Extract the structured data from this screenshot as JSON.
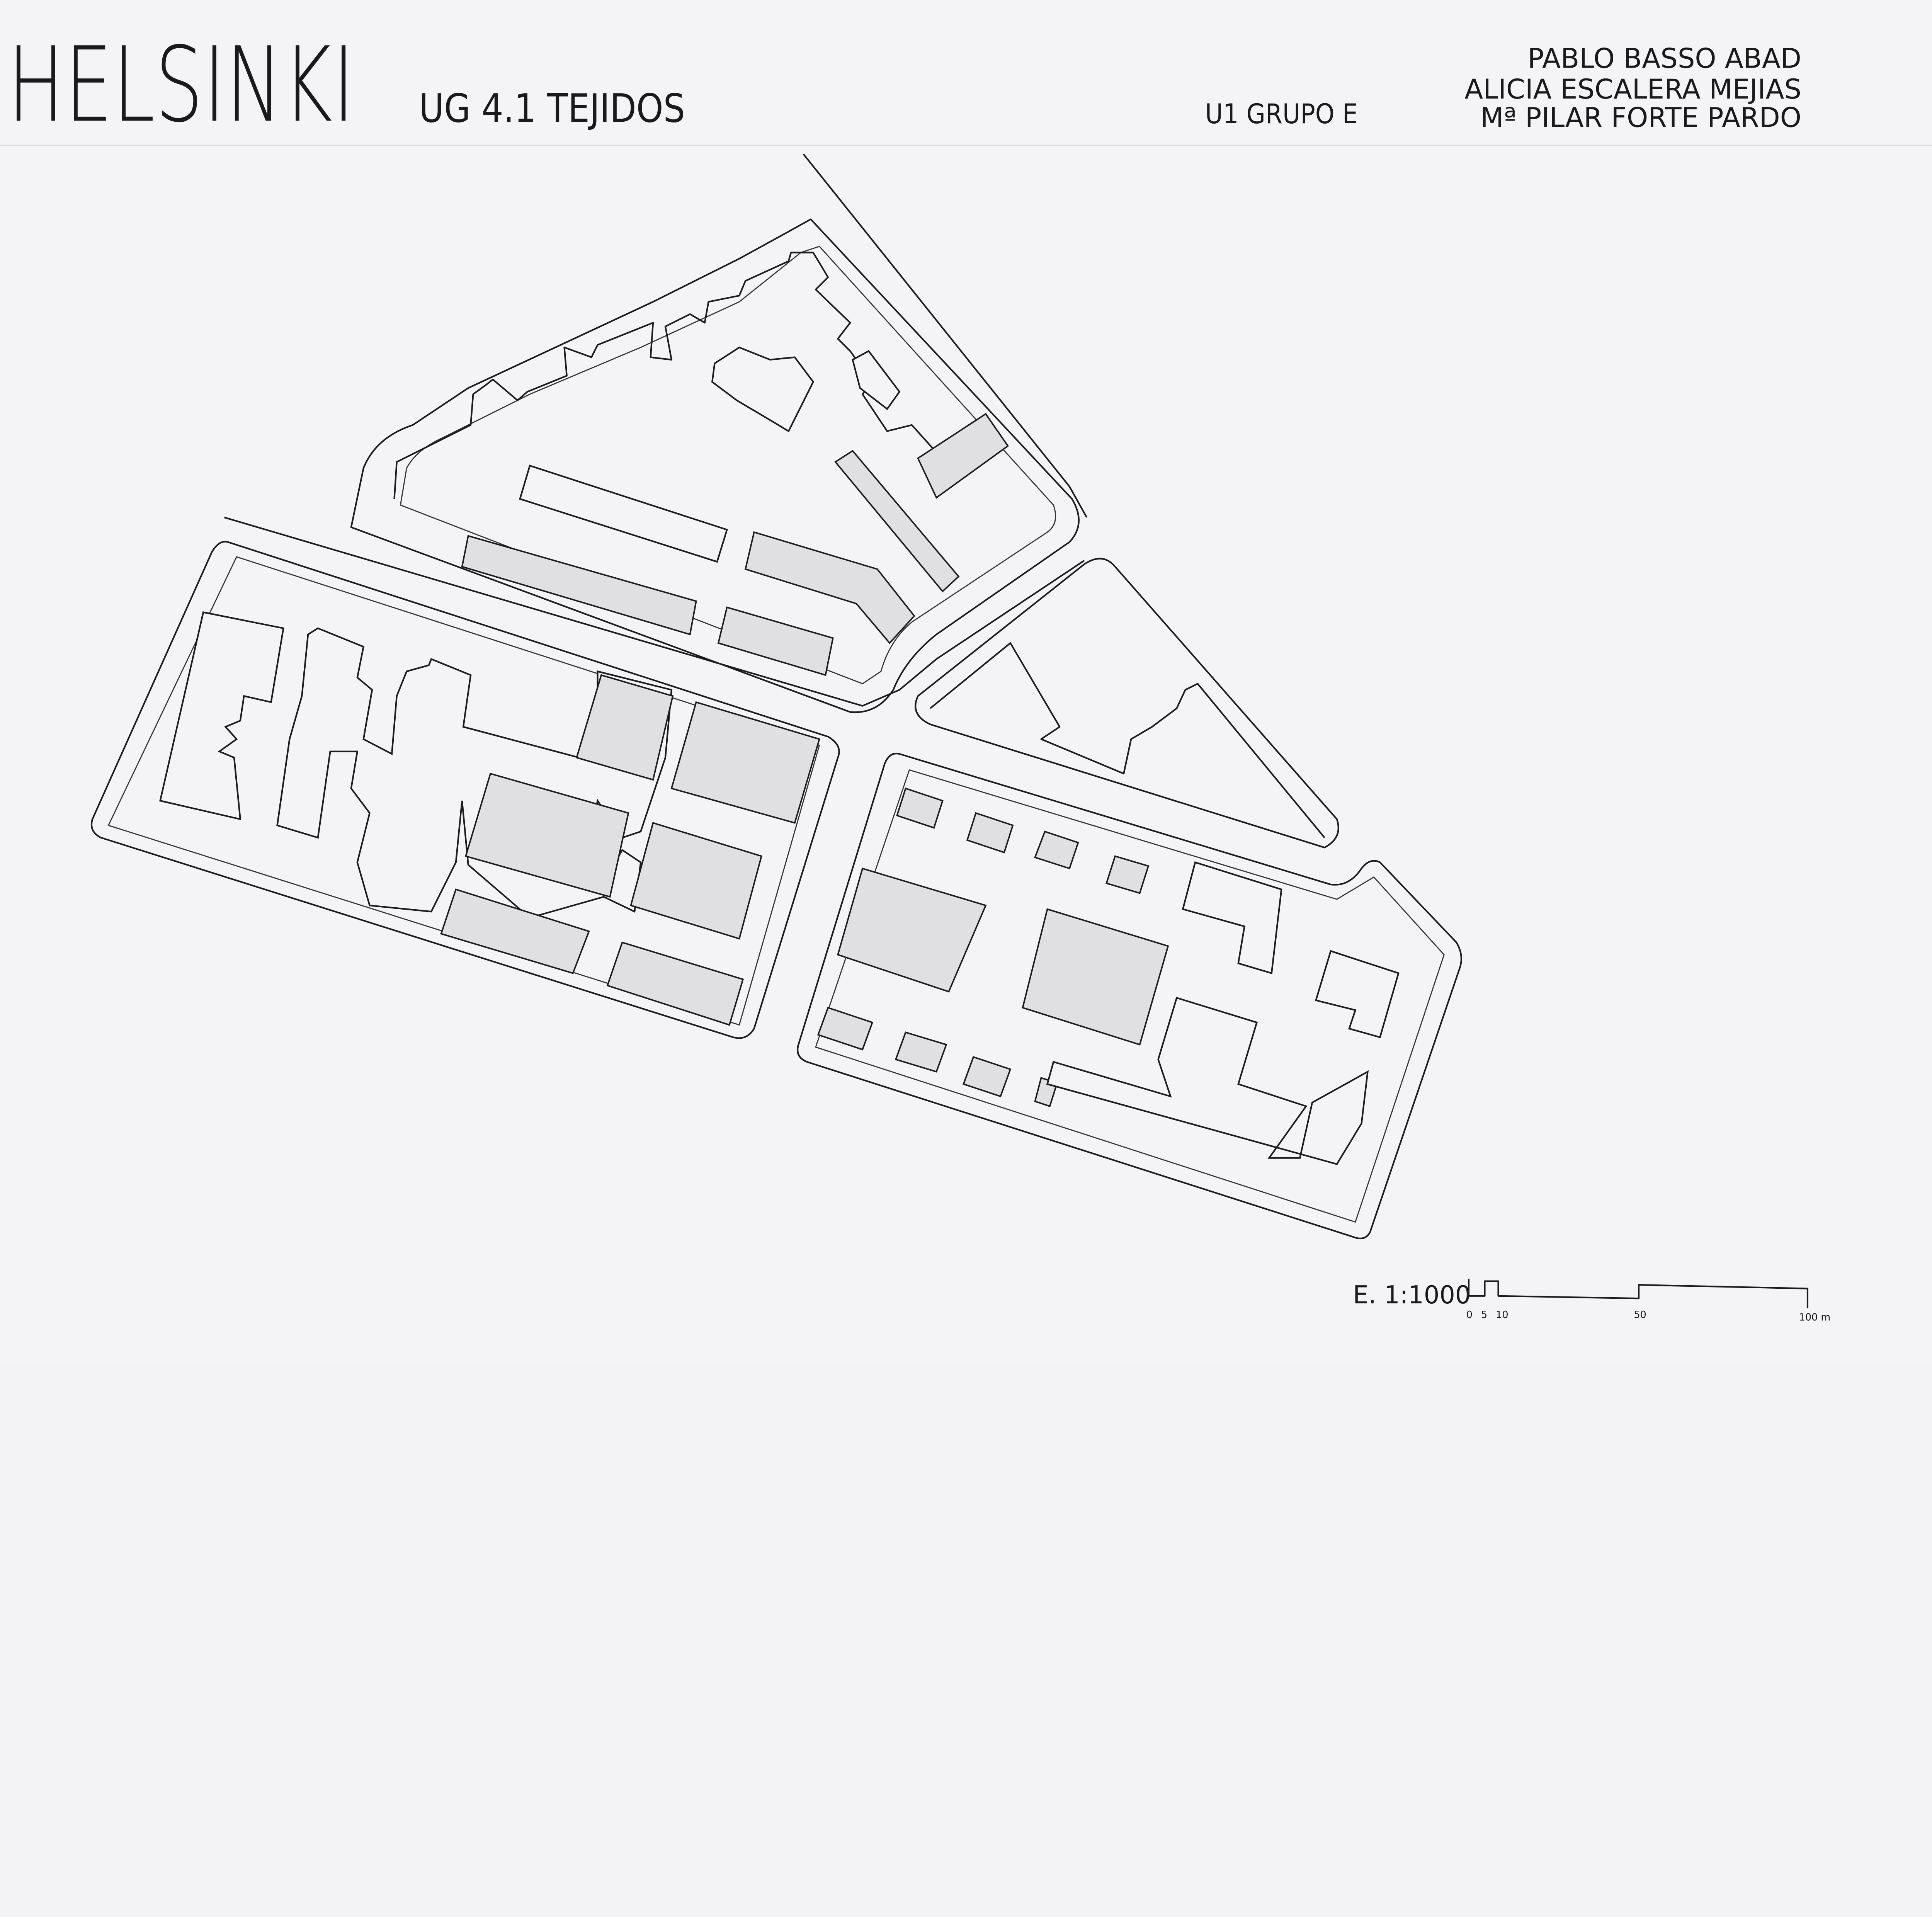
{
  "header": {
    "title": "HELSINKI",
    "subtitle": "UG 4.1 TEJIDOS",
    "group": "U1 GRUPO E",
    "authors": [
      "PABLO BASSO ABAD",
      "ALICIA ESCALERA MEJIAS",
      "Mª PILAR FORTE PARDO"
    ]
  },
  "scale": {
    "label": "E. 1:1000",
    "ticks": [
      "0",
      "5",
      "10",
      "50",
      "100 m"
    ]
  },
  "colors": {
    "ink": "#1c1c1c",
    "paper": "#f4f3f5",
    "hatch_fill": "#e0e0e2"
  }
}
